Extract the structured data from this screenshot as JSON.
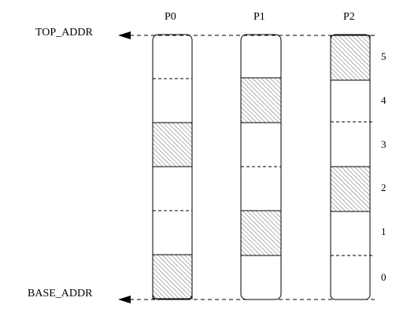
{
  "labels": {
    "top": "TOP_ADDR",
    "base": "BASE_ADDR"
  },
  "columns": [
    {
      "name": "P0",
      "shaded_segments": [
        0,
        3
      ]
    },
    {
      "name": "P1",
      "shaded_segments": [
        1,
        4
      ]
    },
    {
      "name": "P2",
      "shaded_segments": [
        2,
        5
      ]
    }
  ],
  "segments": [
    "0",
    "1",
    "2",
    "3",
    "4",
    "5"
  ],
  "colors": {
    "line": "#000000",
    "hatch": "#555555",
    "background": "#ffffff"
  }
}
